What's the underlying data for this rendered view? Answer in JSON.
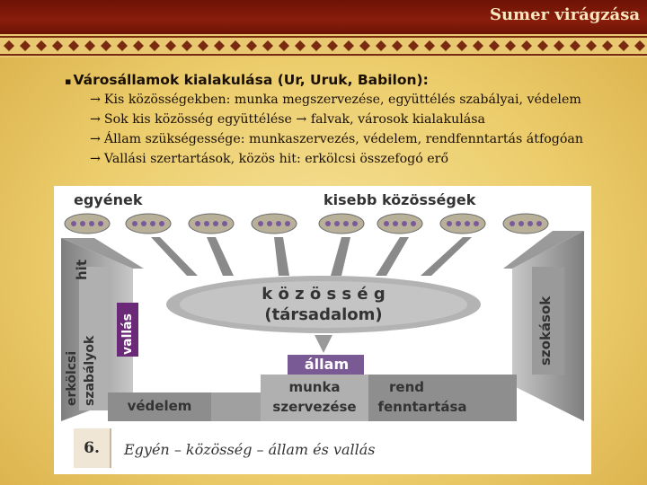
{
  "slide": {
    "title": "Sumer virágzása",
    "heading": "Városállamok kialakulása (Ur, Uruk, Babilon):",
    "bullets": [
      "Kis közösségekben: munka megszervezése, együttélés szabályai, védelem",
      "Sok kis közösség együttélése → falvak, városok kialakulása",
      "Állam szükségessége: munkaszervezés, védelem, rendfenntartás átfogóan",
      "Vallási szertartások, közös hit: erkölcsi összefogó erő"
    ]
  },
  "diagram": {
    "label_individuals": "egyének",
    "label_small_communities": "kisebb közösségek",
    "community_line1": "k ö z ö s s é g",
    "community_line2": "(társadalom)",
    "left_outer_1": "hit",
    "left_outer_2": "erkölcsi",
    "left_outer_3": "szabályok",
    "left_inner": "vallás",
    "right_bar": "szokások",
    "state_top": "állam",
    "state_left": "védelem",
    "state_mid_1": "munka",
    "state_mid_2": "szervezése",
    "state_right_1": "rend",
    "state_right_2": "fenntartása",
    "figure_number": "6.",
    "figure_caption": "Egyén – közösség – állam és vallás"
  }
}
